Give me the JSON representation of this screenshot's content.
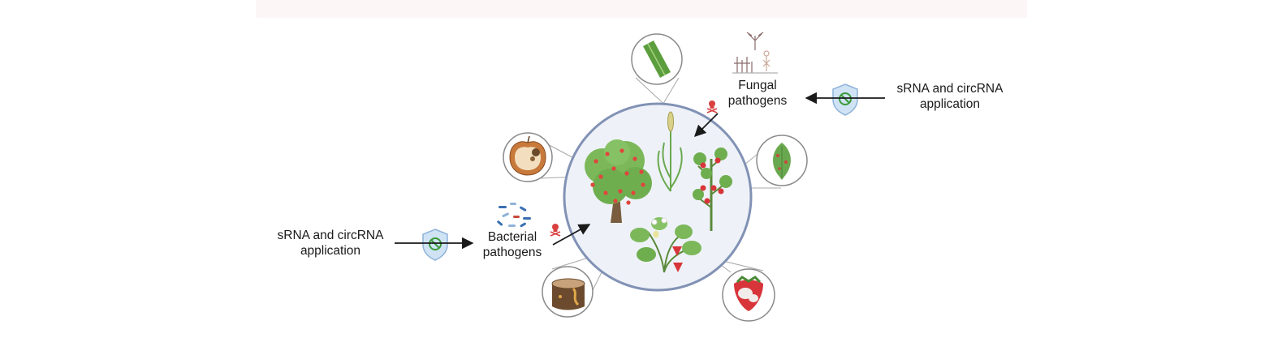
{
  "labels": {
    "left_application": "sRNA and circRNA application",
    "right_application": "sRNA and circRNA application",
    "bacterial": "Bacterial pathogens",
    "fungal": "Fungal pathogens"
  },
  "colors": {
    "circle_fill": "#eef2f8",
    "circle_stroke": "#8292b5",
    "shield": "#cfe3f5",
    "shield_stroke": "#8fb3d9",
    "shield_symbol": "#3a9a3a",
    "arrow": "#1a1a1a",
    "skull": "#d94040",
    "strawberry": "#d7353a",
    "apple": "#e0463d",
    "foliage": "#7cb85a",
    "foliage_dark": "#4f8f3a",
    "trunk": "#7a5c3e"
  },
  "icons": [
    "shield-icon",
    "skull-icon",
    "apple-tree-icon",
    "wheat-icon",
    "tomato-plant-icon",
    "strawberry-plant-icon",
    "rotten-apple-icon",
    "wheat-leaf-icon",
    "spotted-leaf-icon",
    "moldy-strawberry-icon",
    "decayed-stump-icon",
    "fungus-icon",
    "bacteria-icon"
  ]
}
